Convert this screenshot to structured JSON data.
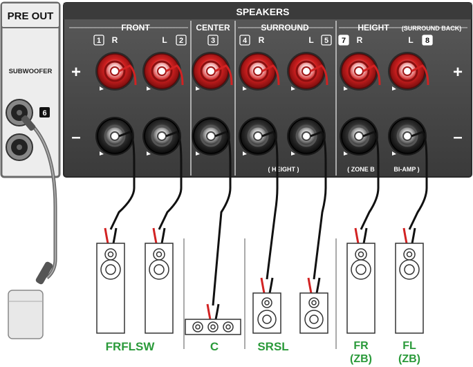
{
  "pre_out": {
    "title": "PRE OUT",
    "subwoofer_label": "SUBWOOFER",
    "sub_channel_num": "6"
  },
  "speakers_panel": {
    "title": "SPEAKERS",
    "groups": [
      {
        "label": "FRONT"
      },
      {
        "label": "CENTER"
      },
      {
        "label": "SURROUND"
      },
      {
        "label": "HEIGHT"
      }
    ],
    "surround_back_label": "(SURROUND BACK)",
    "terminal_labels": [
      {
        "num": "1",
        "side": "R"
      },
      {
        "num": "2",
        "side": "L"
      },
      {
        "num": "3",
        "side": ""
      },
      {
        "num": "4",
        "side": "R"
      },
      {
        "num": "5",
        "side": "L"
      },
      {
        "num": "7",
        "side": "R"
      },
      {
        "num": "8",
        "side": "L"
      }
    ],
    "plus_sign": "+",
    "minus_sign": "–",
    "sub_labels": {
      "height": "( HEIGHT )",
      "zone_b": "( ZONE B",
      "bi_amp": "BI-AMP )"
    }
  },
  "bottom_labels": {
    "fr_fl_sw": "FRFLSW",
    "c": "C",
    "sr_sl": "SRSL",
    "fr_zb_top": "FR",
    "fr_zb_bottom": "(ZB)",
    "fl_zb_top": "FL",
    "fl_zb_bottom": "(ZB)"
  },
  "colors": {
    "panel_dark": "#4a4a4a",
    "panel_light": "#e9e9e9",
    "terminal_red": "#c81e1e",
    "terminal_black": "#1e1e1e",
    "label_green": "#2a9a3a",
    "cable_black": "#111111",
    "cable_red": "#d22222"
  }
}
